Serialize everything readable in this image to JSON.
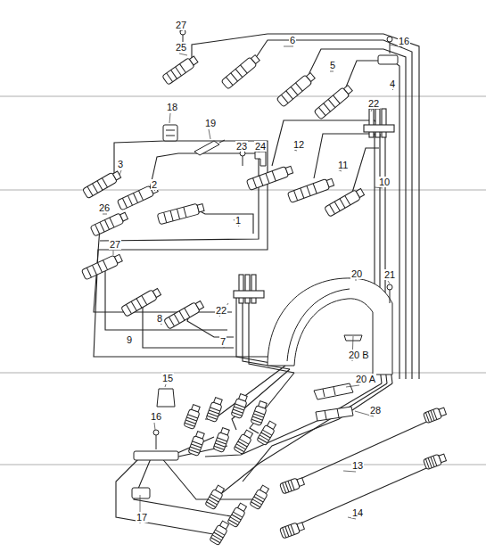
{
  "diagram": {
    "labels": [
      "27",
      "25",
      "6",
      "16",
      "5",
      "4",
      "18",
      "19",
      "22",
      "23",
      "24",
      "12",
      "3",
      "11",
      "2",
      "10",
      "26",
      "1",
      "27",
      "20",
      "21",
      "22",
      "8",
      "9",
      "7",
      "20 B",
      "15",
      "20 A",
      "16",
      "28",
      "13",
      "17",
      "14"
    ]
  }
}
